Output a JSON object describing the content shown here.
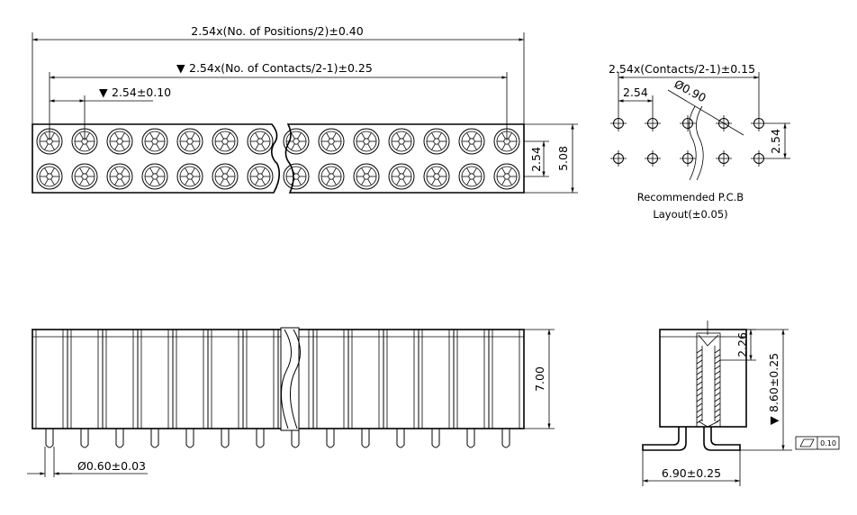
{
  "top_view": {
    "overall_dim": "2.54x(No. of Positions/2)±0.40",
    "contacts_dim": "2.54x(No. of Contacts/2-1)±0.25",
    "pitch_dim": "2.54±0.10",
    "row_pitch_dim": "2.54",
    "height_dim": "5.08",
    "marker": "▼"
  },
  "pcb_layout": {
    "span_dim": "2.54x(Contacts/2-1)±0.15",
    "pitch_dim": "2.54",
    "hole_dim": "Ø0.90",
    "row_dim": "2.54",
    "caption_line1": "Recommended P.C.B",
    "caption_line2": "Layout(±0.05)"
  },
  "front_view": {
    "height_dim": "7.00",
    "pin_dim": "Ø0.60±0.03"
  },
  "side_view": {
    "depth_dim": "2.26",
    "height_dim": "8.60±0.25",
    "width_dim": "6.90±0.25",
    "flatness_value": "0.10"
  }
}
